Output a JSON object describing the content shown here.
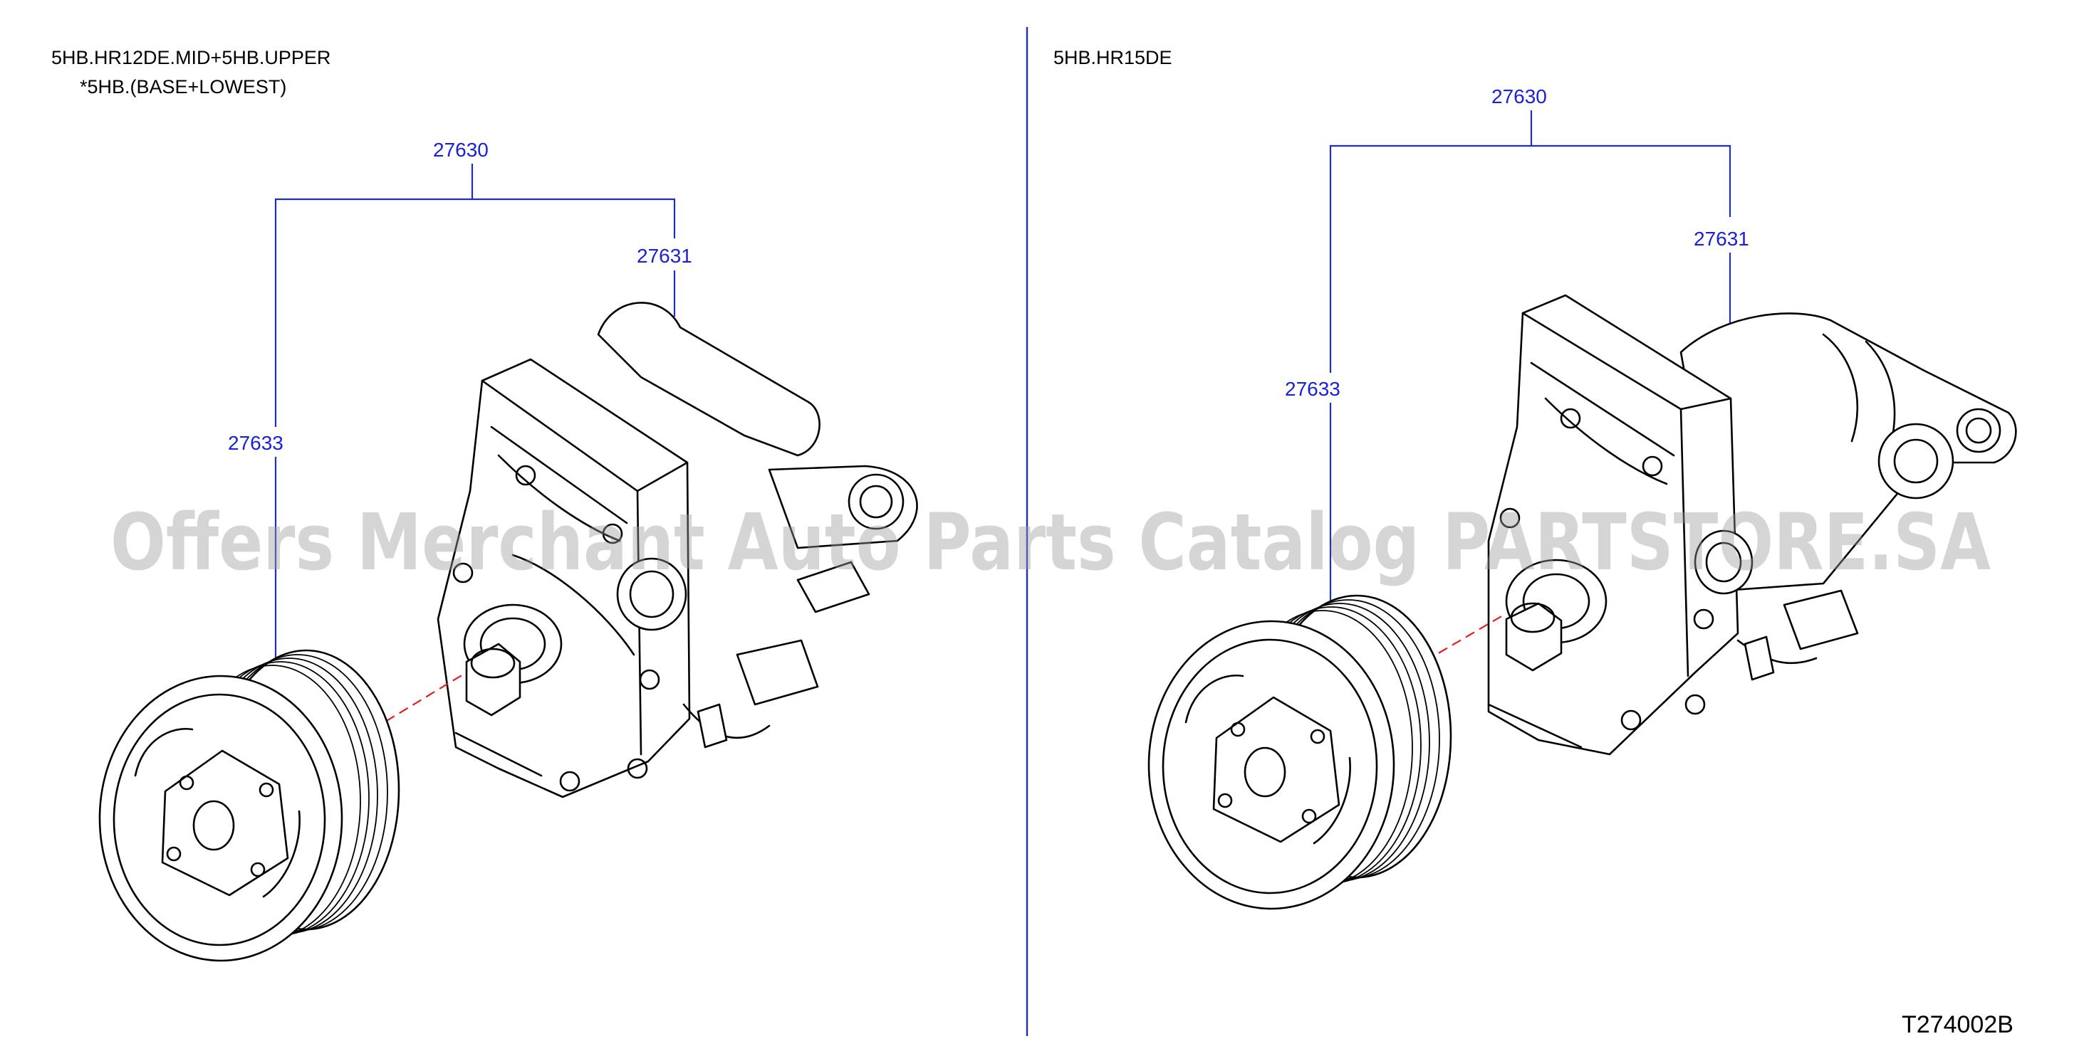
{
  "panels": [
    {
      "variant_lines": [
        "5HB.HR12DE.MID+5HB.UPPER",
        "*5HB.(BASE+LOWEST)"
      ],
      "labels": {
        "assembly": "27630",
        "compressor": "27631",
        "clutch": "27633"
      }
    },
    {
      "variant_lines": [
        "5HB.HR15DE"
      ],
      "labels": {
        "assembly": "27630",
        "compressor": "27631",
        "clutch": "27633"
      }
    }
  ],
  "watermark": "Offers Merchant Auto Parts Catalog PARTSTORE.SA",
  "illustration_code": "T274002B",
  "colors": {
    "callout": "#1a22d6",
    "leader_lines": "#1c2fbf",
    "axis_line": "#e02020",
    "linework": "#000000"
  }
}
